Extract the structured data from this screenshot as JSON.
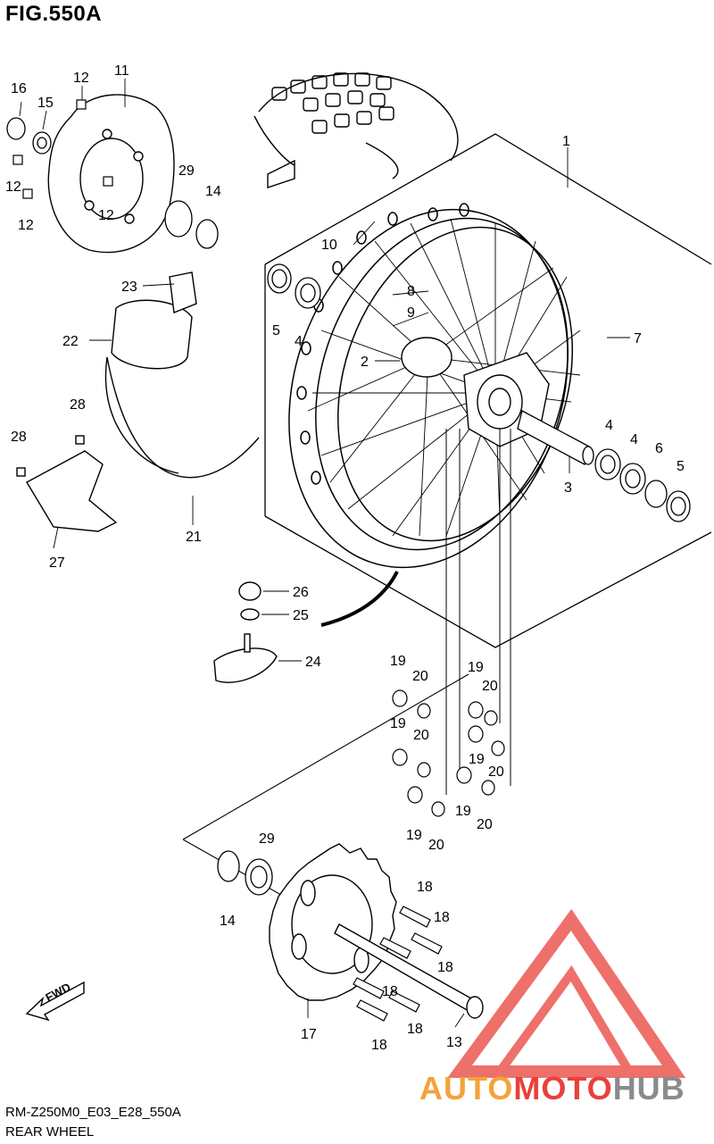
{
  "figure": {
    "title": "FIG.550A",
    "code": "RM-Z250M0_E03_E28_550A",
    "name": "REAR WHEEL"
  },
  "fwd_label": "FWD",
  "watermark": {
    "part1": "AUTO",
    "part2": "MOTO",
    "part3": "HUB"
  },
  "callouts": [
    "1",
    "2",
    "3",
    "4",
    "4",
    "4",
    "5",
    "5",
    "6",
    "7",
    "8",
    "9",
    "10",
    "11",
    "12",
    "12",
    "12",
    "12",
    "13",
    "14",
    "14",
    "15",
    "16",
    "17",
    "18",
    "18",
    "18",
    "18",
    "18",
    "18",
    "19",
    "19",
    "19",
    "19",
    "19",
    "19",
    "20",
    "20",
    "20",
    "20",
    "20",
    "20",
    "21",
    "22",
    "23",
    "24",
    "25",
    "26",
    "27",
    "28",
    "28",
    "29",
    "29"
  ],
  "colors": {
    "line": "#000000",
    "watermark_red": "#e9413a",
    "watermark_orange": "#f3a33a",
    "watermark_gray": "#8b8b8b"
  }
}
